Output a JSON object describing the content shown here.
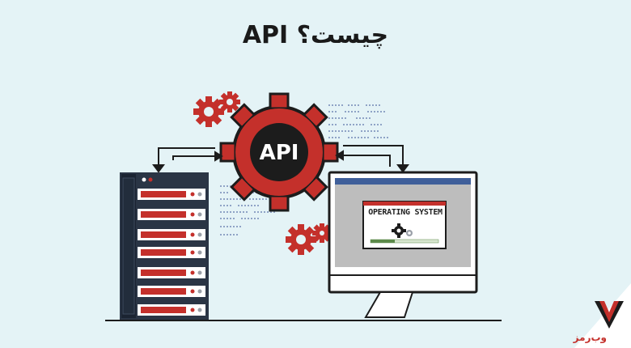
{
  "title": "API چیست؟",
  "gear_label": "API",
  "monitor": {
    "window_label": "OPERATING SYSTEM"
  },
  "brand": {
    "text": "وب‌رمز",
    "logo_icon": "webramz-logo-icon"
  },
  "colors": {
    "background": "#e4f3f6",
    "accent_red": "#c4302b",
    "dark": "#1c1c1c",
    "server_body": "#2a3545",
    "screen": "#bdbdbd"
  }
}
